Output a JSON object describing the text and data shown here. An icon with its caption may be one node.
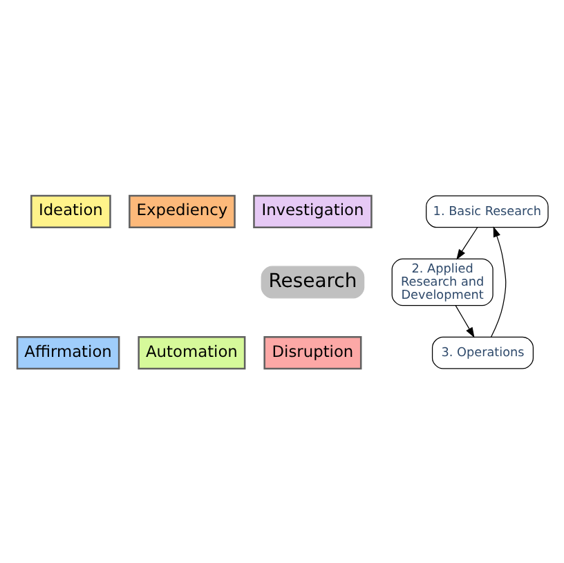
{
  "diagram": {
    "nodes": [
      {
        "text": [
          "Ideation"
        ]
      },
      {
        "text": [
          "Expediency"
        ]
      },
      {
        "text": [
          "Affirmation"
        ]
      },
      {
        "text": [
          "Automation"
        ]
      },
      {
        "text": [
          "Disruption"
        ]
      },
      {
        "text": [
          "Investigation"
        ]
      },
      {
        "text": [
          "Research"
        ]
      },
      {
        "text": [
          "1. Basic Research"
        ]
      },
      {
        "text": [
          "2. Applied Research and Development"
        ]
      },
      {
        "text": [
          "3. Operations"
        ]
      }
    ],
    "edges": [
      {
        "from": 7,
        "to": 8,
        "arrow": "to"
      },
      {
        "from": 8,
        "to": 9,
        "arrow": "to"
      },
      {
        "from": 9,
        "to": 7,
        "arrow": "to"
      }
    ]
  }
}
